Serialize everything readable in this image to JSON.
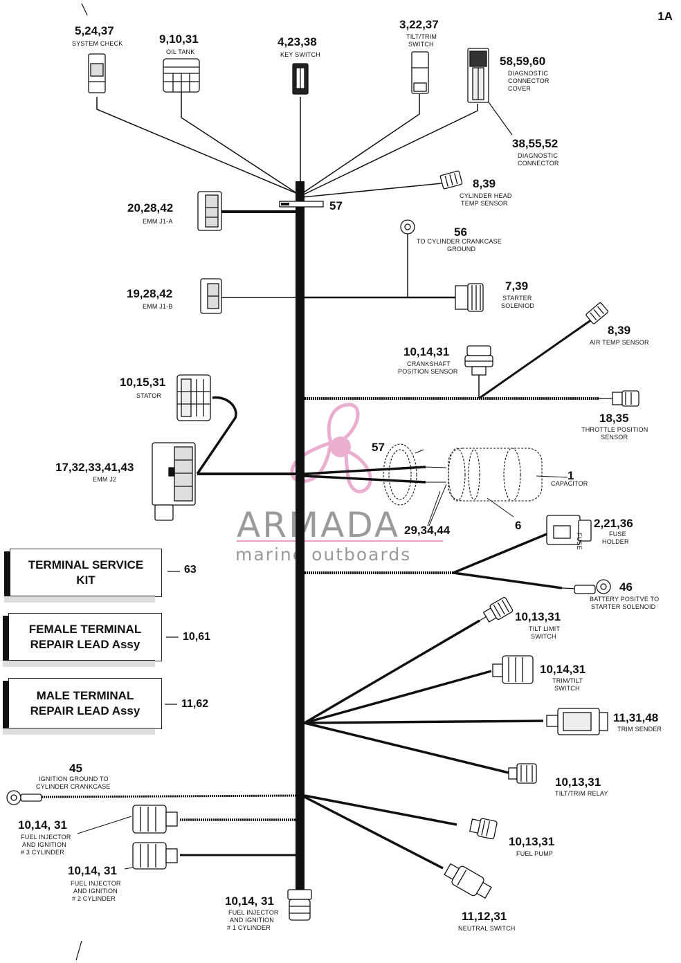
{
  "page_id": "1A",
  "watermark": {
    "brand": "ARMADA",
    "tagline": "marine outboards"
  },
  "callouts": {
    "system_check": {
      "num": "5,24,37",
      "label": "SYSTEM CHECK"
    },
    "oil_tank": {
      "num": "9,10,31",
      "label": "OIL TANK"
    },
    "key_switch": {
      "num": "4,23,38",
      "label": "KEY SWITCH"
    },
    "tilt_trim_switch": {
      "num": "3,22,37",
      "label1": "TILT/TRIM",
      "label2": "SWITCH"
    },
    "diag_cover": {
      "num": "58,59,60",
      "label1": "DIAGNOSTIC",
      "label2": "CONNECTOR",
      "label3": "COVER"
    },
    "diag_connector": {
      "num": "38,55,52",
      "label1": "DIAGNOSTIC",
      "label2": "CONNECTOR"
    },
    "cyl_head_temp": {
      "num": "8,39",
      "label1": "CYLINDER HEAD",
      "label2": "TEMP SENSOR"
    },
    "clip_top": {
      "num": "57"
    },
    "emm_j1a": {
      "num": "20,28,42",
      "label": "EMM J1-A"
    },
    "crankcase_ground": {
      "num": "56",
      "label1": "TO CYLINDER CRANKCASE",
      "label2": "GROUND"
    },
    "starter_solenoid": {
      "num": "7,39",
      "label1": "STARTER",
      "label2": "SOLENIOD"
    },
    "emm_j1b": {
      "num": "19,28,42",
      "label": "EMM J1-B"
    },
    "air_temp": {
      "num": "8,39",
      "label": "AIR TEMP SENSOR"
    },
    "crankshaft": {
      "num": "10,14,31",
      "label1": "CRANKSHAFT",
      "label2": "POSITION SENSOR"
    },
    "stator": {
      "num": "10,15,31",
      "label": "STATOR"
    },
    "throttle": {
      "num": "18,35",
      "label1": "THROTTLE POSITION",
      "label2": "SENSOR"
    },
    "clip_mid": {
      "num": "57"
    },
    "emm_j2": {
      "num": "17,32,33,41,43",
      "label": "EMM J2"
    },
    "capacitor": {
      "num": "1",
      "label": "CAPACITOR"
    },
    "cap_leads": {
      "num": "29,34,44"
    },
    "cap_bracket": {
      "num": "6"
    },
    "fuse_holder": {
      "num": "2,21,36",
      "label1": "FUSE",
      "label2": "HOLDER",
      "fuse_text": "FUSE"
    },
    "battery": {
      "num": "46",
      "label1": "BATTERY POSITVE TO",
      "label2": "STARTER SOLENOID"
    },
    "tilt_limit": {
      "num": "10,13,31",
      "label1": "TILT LIMIT",
      "label2": "SWITCH"
    },
    "trim_tilt_switch": {
      "num": "10,14,31",
      "label1": "TRIM/TILT",
      "label2": "SWITCH"
    },
    "trim_sender": {
      "num": "11,31,48",
      "label": "TRIM SENDER"
    },
    "tilt_trim_relay": {
      "num": "10,13,31",
      "label": "TILT/TRIM RELAY"
    },
    "ign_ground": {
      "num": "45",
      "label1": "IGNITION GROUND TO",
      "label2": "CYLINDER CRANKCASE"
    },
    "fuel_inj_3": {
      "num": "10,14, 31",
      "label1": "FUEL INJECTOR",
      "label2": "AND IGNITION",
      "label3": "# 3 CYLINDER"
    },
    "fuel_inj_2": {
      "num": "10,14, 31",
      "label1": "FUEL INJECTOR",
      "label2": "AND IGNITION",
      "label3": "# 2 CYLINDER"
    },
    "fuel_inj_1": {
      "num": "10,14, 31",
      "label1": "FUEL INJECTOR",
      "label2": "AND IGNITION",
      "label3": "# 1 CYLINDER"
    },
    "fuel_pump": {
      "num": "10,13,31",
      "label": "FUEL PUMP"
    },
    "neutral_switch": {
      "num": "11,12,31",
      "label": "NEUTRAL SWITCH"
    }
  },
  "kits": [
    {
      "title": "TERMINAL SERVICE\nKIT",
      "ref": "63"
    },
    {
      "title": "FEMALE TERMINAL\nREPAIR LEAD Assy",
      "ref": "10,61"
    },
    {
      "title": "MALE TERMINAL\nREPAIR LEAD Assy",
      "ref": "11,62"
    }
  ]
}
